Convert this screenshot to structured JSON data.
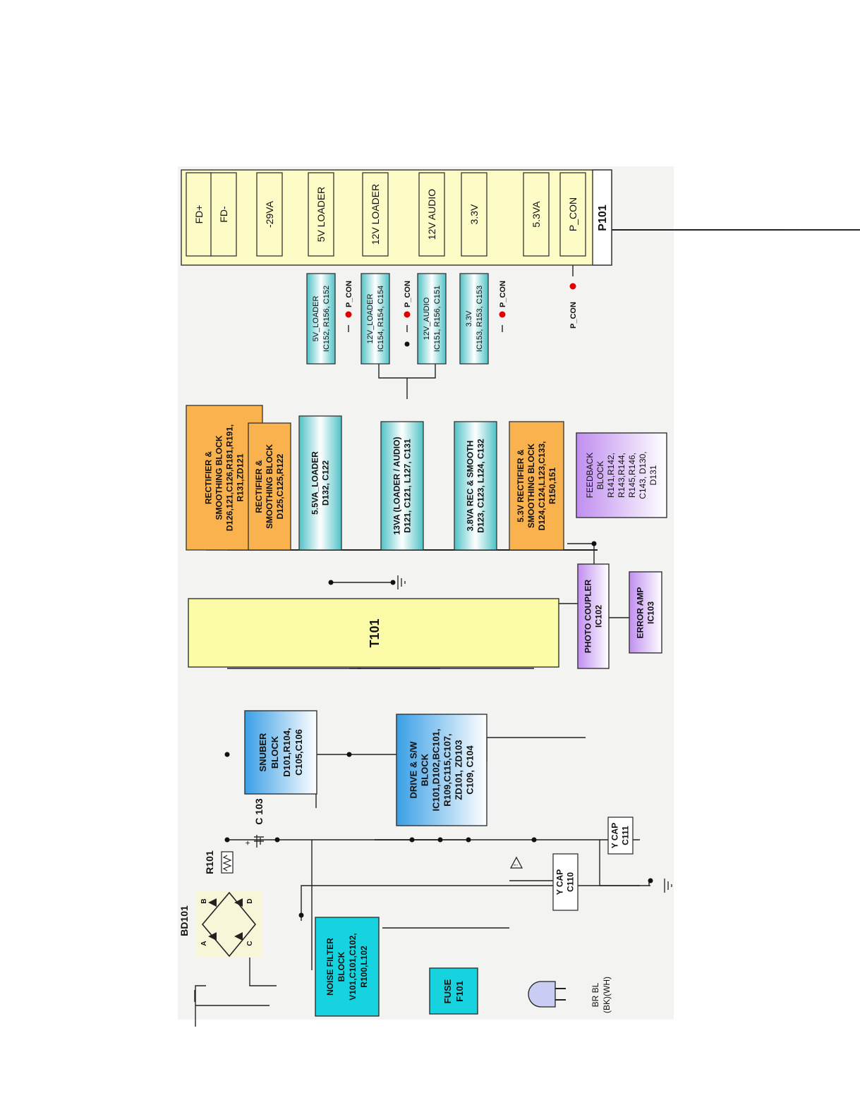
{
  "connector": {
    "label": "P101",
    "pins": [
      "FD+",
      "FD-",
      "-29VA",
      "5V LOADER",
      "12V LOADER",
      "12V AUDIO",
      "3.3V",
      "5.3VA",
      "P_CON"
    ]
  },
  "regulators": [
    {
      "title": "5V_LOADER",
      "parts": "IC152, R156, C152"
    },
    {
      "title": "12V_LOADER",
      "parts": "IC154, R154, C154"
    },
    {
      "title": "12V_AUDIO",
      "parts": "IC151, R156, C151"
    },
    {
      "title": "3.3V",
      "parts": "IC153, R153, C153"
    }
  ],
  "pcon_label": "P_CON",
  "secondary_blocks": [
    {
      "lines": [
        "RECTIFIER &",
        "SMOOTHING BLOCK",
        "D126,121,C126,R181,R191,",
        "R131,ZD121"
      ]
    },
    {
      "lines": [
        "RECTIFIER &",
        "SMOOTHING BLOCK",
        "D125,C125,R122"
      ]
    },
    {
      "lines": [
        "5.5VA_LOADER",
        "D132, C122"
      ]
    },
    {
      "lines": [
        "13VA (LOADER / AUDIO)",
        "D121, C121, L127, C131"
      ]
    },
    {
      "lines": [
        "3.8VA REC & SMOOTH",
        "D123, C123, L124, C132"
      ]
    },
    {
      "lines": [
        "5.3V RECTIFIER &",
        "SMOOTHING BLOCK",
        "D124,C124,L123,C133,",
        "R150,151"
      ]
    }
  ],
  "feedback": {
    "lines": [
      "FEEDBACK",
      "BLOCK",
      "R141,R142,",
      "R143,R144,",
      "R145,R146,",
      "C143, D130,",
      "D131"
    ]
  },
  "photo_coupler": {
    "lines": [
      "PHOTO COUPLER",
      "IC102"
    ]
  },
  "error_amp": {
    "lines": [
      "ERROR AMP",
      "IC103"
    ]
  },
  "transformer": {
    "label": "T101"
  },
  "snubber": {
    "lines": [
      "SNUBER",
      "BLOCK",
      "D101,R104,",
      "C105,C106"
    ]
  },
  "drive": {
    "lines": [
      "DRIVE & S/W",
      "BLOCK",
      "IC101,D102,BC101,",
      "R109,C115,C107,",
      "ZD101, ZD103",
      "C109, C104"
    ]
  },
  "c103": "C 103",
  "r101": "R101",
  "bd101": "BD101",
  "bridge_pins": [
    "A",
    "B",
    "C",
    "D"
  ],
  "y_cap1": {
    "lines": [
      "Y CAP",
      "C110"
    ]
  },
  "y_cap2": {
    "lines": [
      "Y CAP",
      "C111"
    ]
  },
  "noise_filter": {
    "lines": [
      "NOISE FILTER",
      "BLOCK",
      "V101,C101,C102,",
      "R100,L102"
    ]
  },
  "fuse": {
    "lines": [
      "FUSE",
      "F101"
    ]
  },
  "plug_labels": [
    "BR  BL",
    "(BK)(WH)"
  ],
  "colors": {
    "connector": "#fdfcc6",
    "orange": "#f9b24e",
    "teal_edge": "#58c4c8",
    "purple": "#c693f0",
    "cyan": "#17d3df",
    "blue": "#3ba2e8",
    "transformer": "#fbfba8"
  }
}
